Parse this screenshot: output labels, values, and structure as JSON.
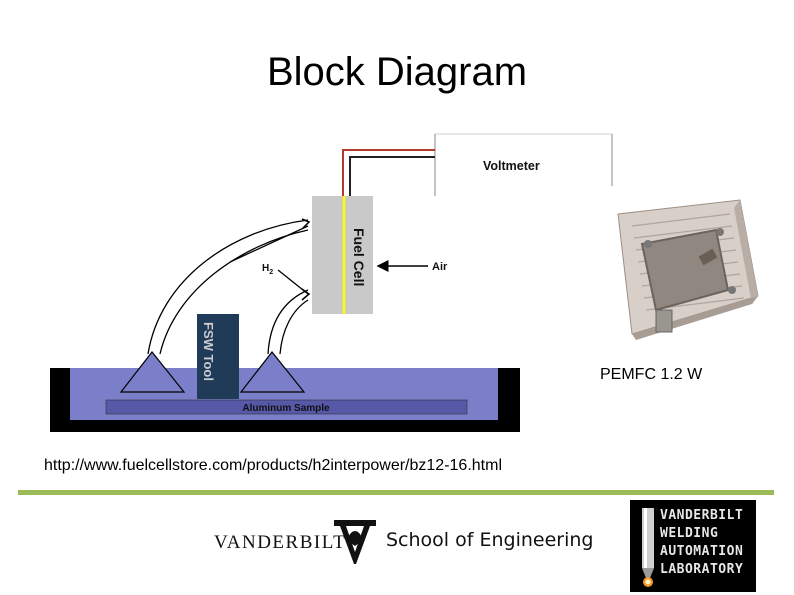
{
  "slide": {
    "title": "Block Diagram"
  },
  "diagram": {
    "voltmeter_label": "Voltmeter",
    "fuel_cell_label": "Fuel Cell",
    "h2_label": "H",
    "h2_subscript": "2",
    "air_label": "Air",
    "fsw_tool_label": "FSW Tool",
    "aluminum_sample_label": "Aluminum Sample",
    "colors": {
      "fuel_cell": "#c9c9c9",
      "membrane": "#ffff00",
      "tool": "#1f3b57",
      "sample_bath": "#7b7fc9",
      "sample_plate": "#5658a8",
      "fixture": "#000000",
      "wire_red": "#b23a2a",
      "wire_black": "#222222"
    }
  },
  "photo": {
    "caption": "PEMFC 1.2 W"
  },
  "source": {
    "url": "http://www.fuelcellstore.com/products/h2interpower/bz12-16.html"
  },
  "footer": {
    "vu_wordmark": "VANDERBILT",
    "vu_school": "School of Engineering",
    "lab_logo_lines": [
      "VANDERBILT",
      "WELDING",
      "AUTOMATION",
      "LABORATORY"
    ],
    "divider_color": "#9bbb59"
  }
}
